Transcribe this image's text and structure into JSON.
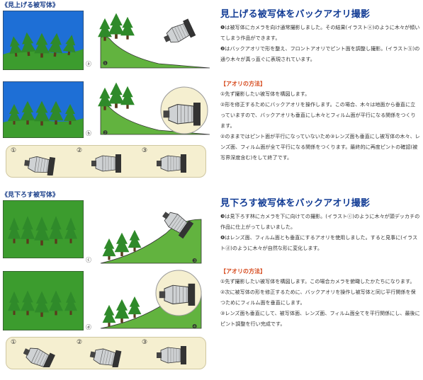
{
  "colors": {
    "sky": "#1e6fd6",
    "grass": "#3c9c2e",
    "tree": "#2f8a2a",
    "slope": "#62b33f",
    "heading": "#123c95",
    "method": "#d6491c",
    "strip": "#f5efd0"
  },
  "top": {
    "section_label": "《見上げる被写体》",
    "heading": "見上げる被写体をバックアオリ撮影",
    "intro": [
      "❶は被写体にカメラを向け通常撮影しました。その結果(イラストⓐ)のように木々が傾いてしまう作品ができます。",
      "❷はバックアオリで形を整え、フロントアオリでピント面を調整し撮影。(イラストⓑ)の通り木々が真っ直ぐに表現されています。"
    ],
    "method_title": "【アオリの方法】",
    "method": [
      "①先ず撮影したい被写体を構図します。",
      "②形を修正するためにバックアオリを操作します。この場合、木々は地面から垂直に立っていますので、バックアオリも垂直にし木々とフィルム面が平行になる関係をつくります。",
      "②のままではピント面が平行になっていないため③レンズ面も垂直にし被写体の木々、レンズ面、フィルム面が全て平行になる関係をつくります。最終的に再度ピントの確認(被写界深度含む)をして終了です。"
    ],
    "labels": {
      "a": "ⓐ",
      "b": "ⓑ",
      "n1": "❶",
      "n2": "❷"
    },
    "steps": [
      "①",
      "②",
      "③"
    ]
  },
  "bottom": {
    "section_label": "《見下ろす被写体》",
    "heading": "見下ろす被写体をバックアオリ撮影",
    "intro": [
      "❸は見下ろす林にカメラを下に向けての撮影。(イラストⓒ)のように木々が頭デッカチの作品に仕上がってしまいました。",
      "❹はレンズ面、フィルム面とも垂直にするアオリを使用しました。すると見事に(イラストⓓ)のように木々が自然な形に変化します。"
    ],
    "method_title": "【アオリの方法】",
    "method": [
      "①先ず撮影したい被写体を構図します。この場合カメラを俯瞰したかたちになります。",
      "②次に被写体の形を修正するために、バックアオリを操作し被写体と同じ平行関係を保つためにフィルム面を垂直にします。",
      "③レンズ面も垂直にして、被写体面、レンズ面、フィルム面全てを平行関係にし、最後にピント調整を行い完成です。"
    ],
    "labels": {
      "c": "ⓒ",
      "d": "ⓓ",
      "n3": "❸",
      "n4": "❹"
    },
    "steps": [
      "①",
      "②",
      "③"
    ]
  }
}
